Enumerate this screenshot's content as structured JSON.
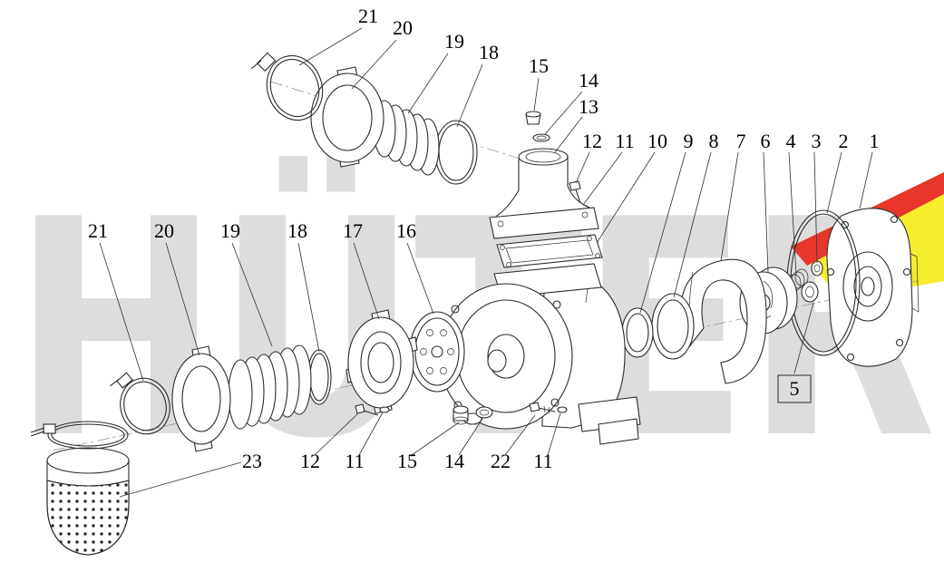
{
  "page": {
    "background": "#ffffff"
  },
  "watermark": {
    "text": "HÜTER",
    "color": "#dddddd",
    "accent_red": "#e8362b",
    "accent_yellow": "#f6ee2d"
  },
  "diagram": {
    "kind": "exploded-parts-diagram",
    "subject": "water pump assembly",
    "line_color": "#2b2b2b"
  },
  "labels": [
    {
      "text": "21"
    },
    {
      "text": "20"
    },
    {
      "text": "19"
    },
    {
      "text": "18"
    },
    {
      "text": "15"
    },
    {
      "text": "14"
    },
    {
      "text": "13"
    },
    {
      "text": "12"
    },
    {
      "text": "11"
    },
    {
      "text": "10"
    },
    {
      "text": "9"
    },
    {
      "text": "8"
    },
    {
      "text": "7"
    },
    {
      "text": "6"
    },
    {
      "text": "4"
    },
    {
      "text": "3"
    },
    {
      "text": "2"
    },
    {
      "text": "1"
    },
    {
      "text": "21"
    },
    {
      "text": "20"
    },
    {
      "text": "19"
    },
    {
      "text": "18"
    },
    {
      "text": "17"
    },
    {
      "text": "16"
    },
    {
      "text": "5",
      "boxed": true
    },
    {
      "text": "23"
    },
    {
      "text": "12"
    },
    {
      "text": "11"
    },
    {
      "text": "15"
    },
    {
      "text": "14"
    },
    {
      "text": "22"
    },
    {
      "text": "11"
    }
  ]
}
